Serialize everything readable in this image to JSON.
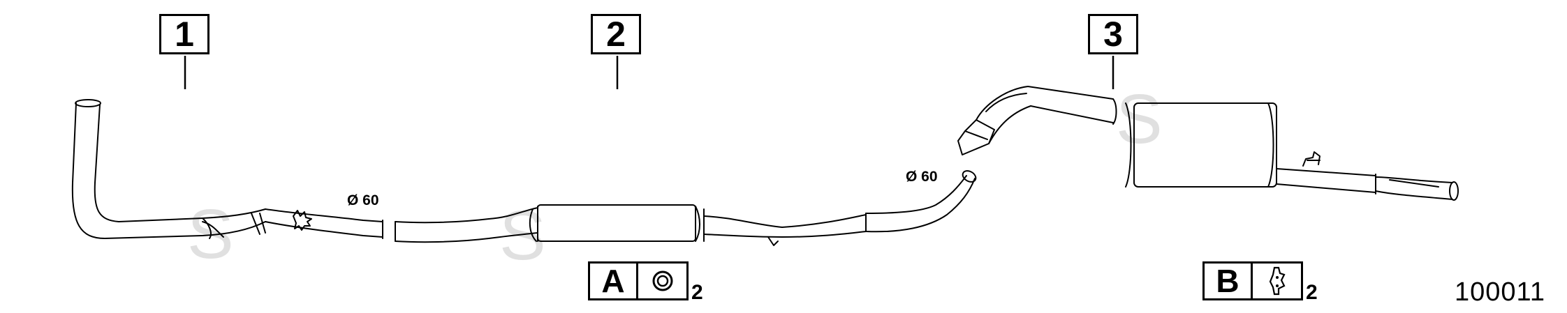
{
  "callouts": [
    {
      "number": "1"
    },
    {
      "number": "2"
    },
    {
      "number": "3"
    }
  ],
  "dimensions": [
    {
      "label": "Ø 60"
    },
    {
      "label": "Ø 60"
    }
  ],
  "legend": [
    {
      "letter": "A",
      "icon": "clamp-ring-icon",
      "quantity": "2"
    },
    {
      "letter": "B",
      "icon": "rubber-hanger-icon",
      "quantity": "2"
    }
  ],
  "reference_number": "100011",
  "colors": {
    "line": "#000000",
    "watermark": "#d9d9d9",
    "background": "#ffffff"
  }
}
